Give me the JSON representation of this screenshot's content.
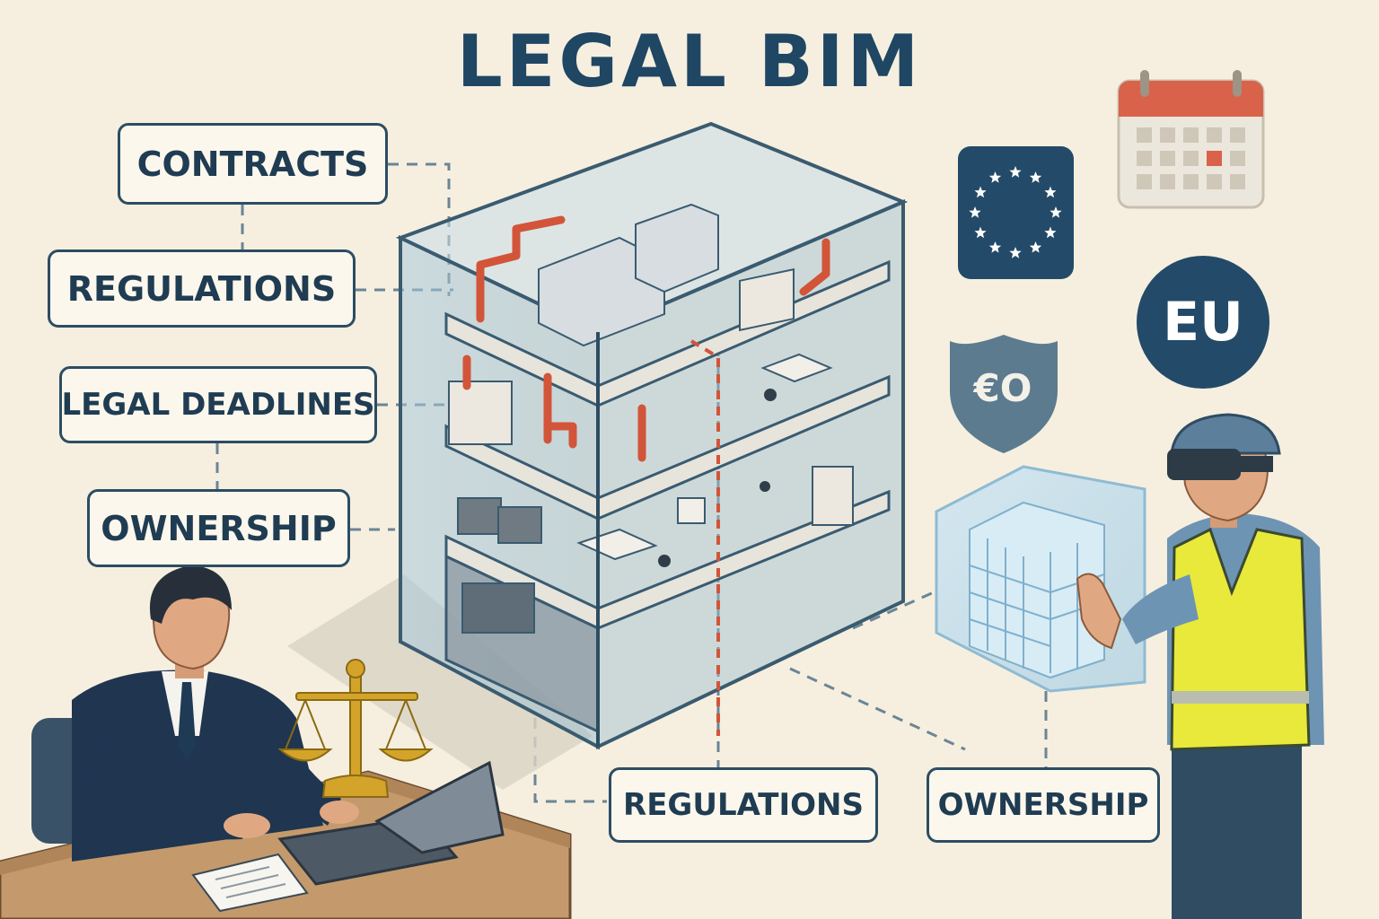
{
  "title": "LEGAL BIM",
  "labels": {
    "contracts": "CONTRACTS",
    "regulations_left": "REGULATIONS",
    "legal_deadlines": "LEGAL DEADLINES",
    "ownership_left": "OWNERSHIP",
    "regulations_bottom": "REGULATIONS",
    "ownership_bottom": "OWNERSHIP"
  },
  "badges": {
    "eu": "EU",
    "shield": "€O"
  },
  "colors": {
    "background": "#f6efdf",
    "navy": "#234a68",
    "label_border": "#2c4d63",
    "pipe_red": "#d2553a",
    "glass_blue": "#9fc3d8",
    "vest_yellow": "#e8e93a",
    "calendar_red": "#d9624a",
    "scale_gold": "#d4a42a"
  },
  "icons": [
    "eu-flag-icon",
    "calendar-icon",
    "eu-badge-icon",
    "shield-icon",
    "scales-of-justice-icon",
    "laptop-icon",
    "document-icon",
    "vr-headset-icon",
    "hologram-building-icon"
  ]
}
